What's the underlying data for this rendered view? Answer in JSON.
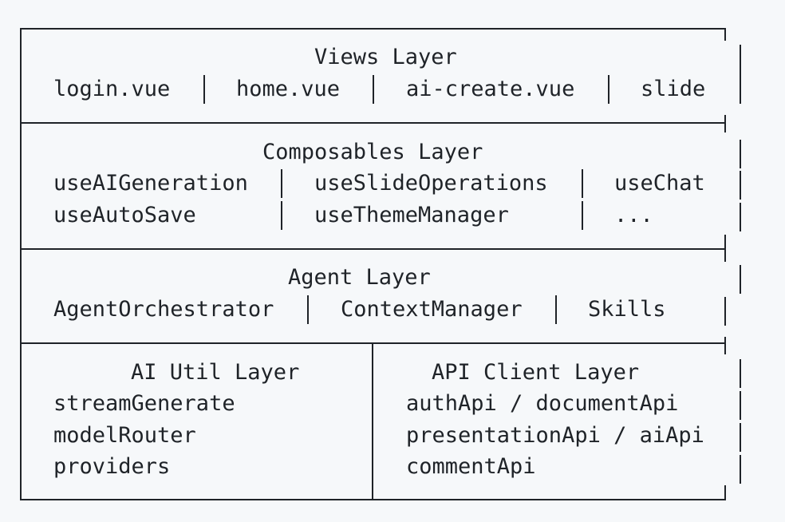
{
  "views_layer": {
    "title": "Views Layer",
    "items": [
      "login.vue",
      "home.vue",
      "ai-create.vue",
      "slide"
    ]
  },
  "composables_layer": {
    "title": "Composables Layer",
    "row1": [
      "useAIGeneration",
      "useSlideOperations",
      "useChat"
    ],
    "row2": [
      "useAutoSave",
      "useThemeManager",
      "..."
    ]
  },
  "agent_layer": {
    "title": "Agent Layer",
    "items": [
      "AgentOrchestrator",
      "ContextManager",
      "Skills"
    ]
  },
  "ai_util_layer": {
    "title": "AI Util Layer",
    "items": [
      "streamGenerate",
      "modelRouter",
      "providers"
    ]
  },
  "api_client_layer": {
    "title": "API Client Layer",
    "items": [
      "authApi / documentApi",
      "presentationApi / aiApi",
      "commentApi"
    ]
  }
}
